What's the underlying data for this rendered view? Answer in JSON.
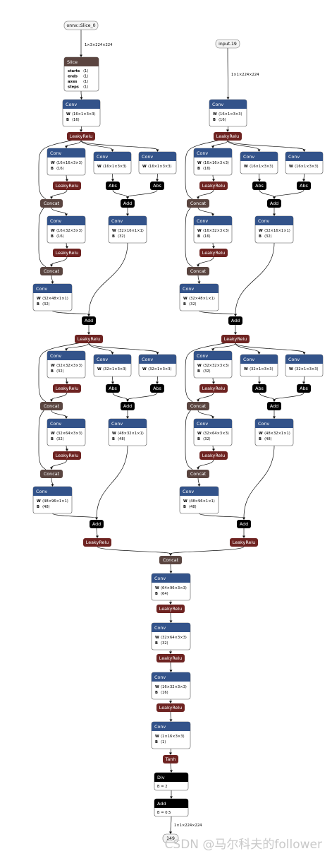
{
  "graph": {
    "inputs": {
      "slice_src": "onnx::Slice_0",
      "input19": "input.19"
    },
    "edges": {
      "slice_in_shape": "1×3×224×224",
      "input19_shape": "1×1×224×224",
      "output_shape": "1×1×224×224"
    },
    "output": "149",
    "slice": {
      "title": "Slice",
      "rows": [
        {
          "k": "starts",
          "v": "⟨1⟩"
        },
        {
          "k": "ends",
          "v": "⟨1⟩"
        },
        {
          "k": "axes",
          "v": "⟨1⟩"
        },
        {
          "k": "steps",
          "v": "⟨1⟩"
        }
      ]
    },
    "ops": {
      "conv": "Conv",
      "leaky": "LeakyRelu",
      "concat": "Concat",
      "abs": "Abs",
      "add": "Add",
      "tanh": "Tanh",
      "div": "Div",
      "w": "W",
      "b": "B"
    },
    "stage1": {
      "in_w": "⟨16×1×3×3⟩",
      "in_b": "⟨16⟩",
      "cA_w": "⟨16×16×3×3⟩",
      "cA_b": "⟨16⟩",
      "abs_w": "⟨16×1×3×3⟩",
      "cB_w": "⟨16×32×3×3⟩",
      "cB_b": "⟨16⟩",
      "cR_w": "⟨32×16×1×1⟩",
      "cR_b": "⟨32⟩",
      "cC_w": "⟨32×48×1×1⟩",
      "cC_b": "⟨32⟩"
    },
    "stage2": {
      "cA_w": "⟨32×32×3×3⟩",
      "cA_b": "⟨32⟩",
      "abs_w": "⟨32×1×3×3⟩",
      "cB_w": "⟨32×64×3×3⟩",
      "cB_b": "⟨32⟩",
      "cR_w": "⟨48×32×1×1⟩",
      "cR_b": "⟨48⟩",
      "cC_w": "⟨48×96×1×1⟩",
      "cC_b": "⟨48⟩"
    },
    "tail": [
      {
        "w": "⟨64×96×3×3⟩",
        "b": "⟨64⟩"
      },
      {
        "w": "⟨32×64×3×3⟩",
        "b": "⟨32⟩"
      },
      {
        "w": "⟨16×32×3×3⟩",
        "b": "⟨16⟩"
      },
      {
        "w": "⟨1×16×3×3⟩",
        "b": "⟨1⟩"
      }
    ],
    "div_const": "B = 2",
    "add_const": "B = 0.5"
  },
  "watermark": "CSDN @马尔科夫的follower"
}
